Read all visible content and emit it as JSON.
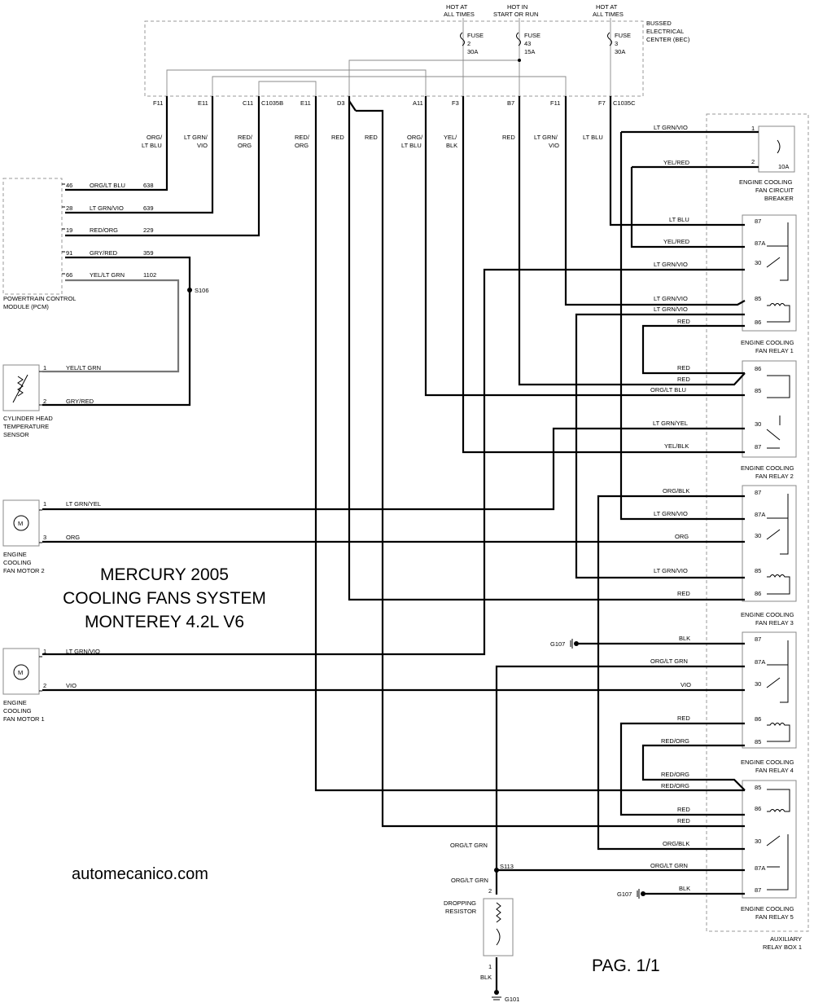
{
  "title": {
    "line1": "MERCURY 2005",
    "line2": "COOLING FANS SYSTEM",
    "line3": "MONTEREY 4.2L V6"
  },
  "website": "automecanico.com",
  "page_number": "PAG. 1/1",
  "bec": {
    "label": [
      "BUSSED",
      "ELECTRICAL",
      "CENTER (BEC)"
    ],
    "power_labels": {
      "hot_at_all_times_1": [
        "HOT AT",
        "ALL TIMES"
      ],
      "hot_in_start_run": [
        "HOT IN",
        "START OR RUN"
      ],
      "hot_at_all_times_2": [
        "HOT AT",
        "ALL TIMES"
      ]
    },
    "fuses": [
      {
        "name": "FUSE",
        "number": "2",
        "rating": "30A"
      },
      {
        "name": "FUSE",
        "number": "43",
        "rating": "15A"
      },
      {
        "name": "FUSE",
        "number": "3",
        "rating": "30A"
      }
    ],
    "pins": [
      "F11",
      "E11",
      "C11",
      "E11",
      "D3",
      "A11",
      "F3",
      "B7",
      "F11",
      "F7"
    ],
    "connectors": [
      "C1035B",
      "C1035C"
    ]
  },
  "vertical_wire_labels": [
    [
      "ORG/",
      "LT BLU"
    ],
    [
      "LT GRN/",
      "VIO"
    ],
    [
      "RED/",
      "ORG"
    ],
    [
      "RED/",
      "ORG"
    ],
    [
      "RED"
    ],
    [
      "RED"
    ],
    [
      "ORG/",
      "LT BLU"
    ],
    [
      "YEL/",
      "BLK"
    ],
    [
      "RED"
    ],
    [
      "LT GRN/",
      "VIO"
    ],
    [
      "LT BLU"
    ]
  ],
  "pcm": {
    "label": [
      "POWERTRAIN CONTROL",
      "MODULE (PCM)"
    ],
    "pins": [
      {
        "pin": "46",
        "color": "ORG/LT BLU",
        "circuit": "638"
      },
      {
        "pin": "28",
        "color": "LT GRN/VIO",
        "circuit": "639"
      },
      {
        "pin": "19",
        "color": "RED/ORG",
        "circuit": "229"
      },
      {
        "pin": "91",
        "color": "GRY/RED",
        "circuit": "359"
      },
      {
        "pin": "66",
        "color": "YEL/LT GRN",
        "circuit": "1102"
      }
    ],
    "splice": "S106"
  },
  "cht_sensor": {
    "label": [
      "CYLINDER HEAD",
      "TEMPERATURE",
      "SENSOR"
    ],
    "pins": [
      {
        "pin": "1",
        "color": "YEL/LT GRN"
      },
      {
        "pin": "2",
        "color": "GRY/RED"
      }
    ]
  },
  "fan_motor_2": {
    "label": [
      "ENGINE",
      "COOLING",
      "FAN MOTOR 2"
    ],
    "symbol": "M",
    "pins": [
      {
        "pin": "1",
        "color": "LT GRN/YEL"
      },
      {
        "pin": "3",
        "color": "ORG"
      }
    ]
  },
  "fan_motor_1": {
    "label": [
      "ENGINE",
      "COOLING",
      "FAN MOTOR 1"
    ],
    "symbol": "M",
    "pins": [
      {
        "pin": "1",
        "color": "LT GRN/VIO"
      },
      {
        "pin": "2",
        "color": "VIO"
      }
    ]
  },
  "circuit_breaker": {
    "label": [
      "ENGINE COOLING",
      "FAN CIRCUIT",
      "BREAKER"
    ],
    "rating": "10A",
    "pins": [
      "1",
      "2"
    ]
  },
  "relay_1": {
    "label": [
      "ENGINE COOLING",
      "FAN RELAY 1"
    ],
    "pins": [
      "87",
      "87A",
      "30",
      "85",
      "86"
    ]
  },
  "relay_2": {
    "label": [
      "ENGINE COOLING",
      "FAN RELAY 2"
    ],
    "pins": [
      "86",
      "85",
      "30",
      "87"
    ]
  },
  "relay_3": {
    "label": [
      "ENGINE COOLING",
      "FAN RELAY 3"
    ],
    "pins": [
      "87",
      "87A",
      "30",
      "85",
      "86"
    ]
  },
  "relay_4": {
    "label": [
      "ENGINE COOLING",
      "FAN RELAY 4"
    ],
    "pins": [
      "87",
      "87A",
      "30",
      "86",
      "85"
    ]
  },
  "relay_5": {
    "label": [
      "ENGINE COOLING",
      "FAN RELAY 5"
    ],
    "pins": [
      "85",
      "86",
      "30",
      "87A",
      "87"
    ]
  },
  "aux_relay_box": [
    "AUXILIARY",
    "RELAY BOX 1"
  ],
  "right_wire_labels": [
    "LT GRN/VIO",
    "YEL/RED",
    "LT BLU",
    "YEL/RED",
    "LT GRN/VIO",
    "LT GRN/VIO",
    "LT GRN/VIO",
    "RED",
    "RED",
    "RED",
    "ORG/LT BLU",
    "LT GRN/YEL",
    "YEL/BLK",
    "ORG/BLK",
    "LT GRN/VIO",
    "ORG",
    "LT GRN/VIO",
    "RED",
    "BLK",
    "ORG/LT GRN",
    "VIO",
    "RED",
    "RED/ORG",
    "RED/ORG",
    "RED/ORG",
    "RED",
    "RED",
    "ORG/BLK",
    "ORG/LT GRN",
    "BLK"
  ],
  "grounds": [
    "G107",
    "G107",
    "G101"
  ],
  "dropping_resistor": {
    "label": [
      "DROPPING",
      "RESISTOR"
    ],
    "splice": "S113",
    "wire_above_splice": "ORG/LT GRN",
    "wire_below_splice": "ORG/LT GRN",
    "pins": [
      "2",
      "1"
    ],
    "ground_wire": "BLK"
  }
}
